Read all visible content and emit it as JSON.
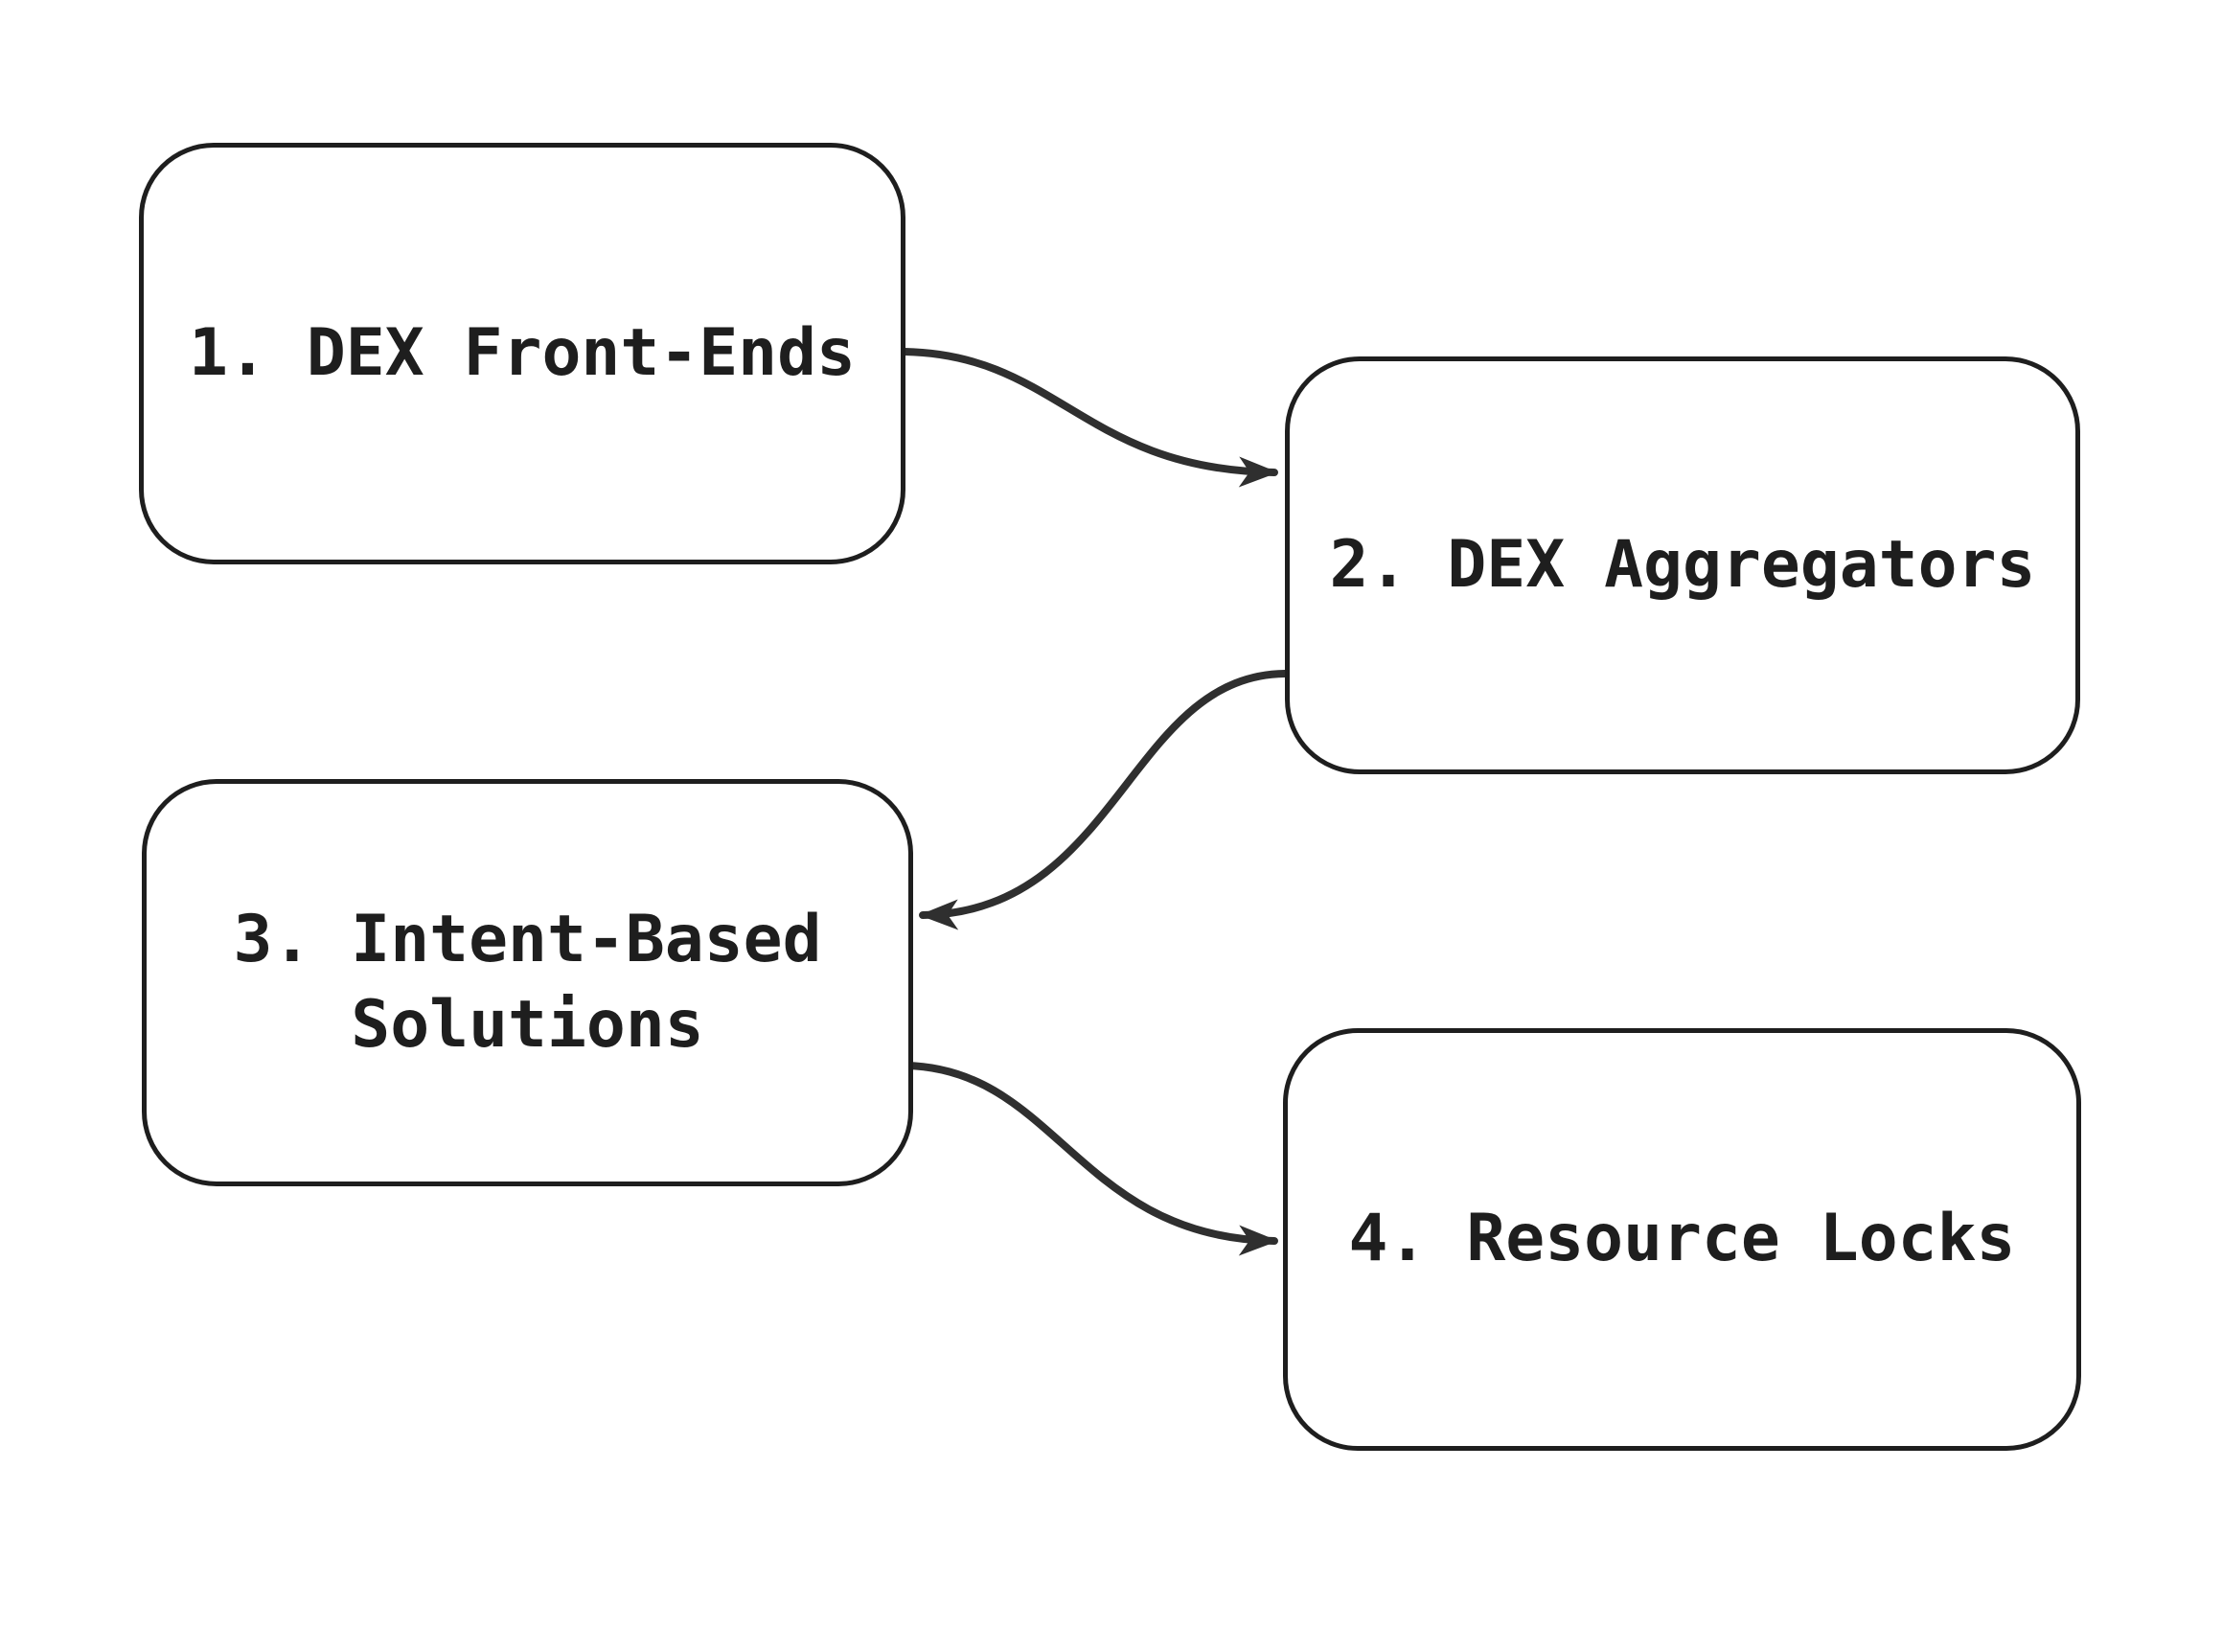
{
  "diagram": {
    "type": "flowchart",
    "background_color": "#ffffff",
    "node_border_color": "#1e1e1e",
    "node_fill_color": "#ffffff",
    "arrow_color": "#2f2f2f",
    "text_color": "#1e1e1e",
    "nodes": [
      {
        "id": "dex-front-ends",
        "label": "1. DEX Front-Ends"
      },
      {
        "id": "dex-aggregators",
        "label": "2. DEX Aggregators"
      },
      {
        "id": "intent-based-solutions",
        "label": "3. Intent-Based\nSolutions"
      },
      {
        "id": "resource-locks",
        "label": "4. Resource Locks"
      }
    ],
    "edges": [
      {
        "from": "dex-front-ends",
        "to": "dex-aggregators"
      },
      {
        "from": "dex-aggregators",
        "to": "intent-based-solutions"
      },
      {
        "from": "intent-based-solutions",
        "to": "resource-locks"
      }
    ]
  }
}
